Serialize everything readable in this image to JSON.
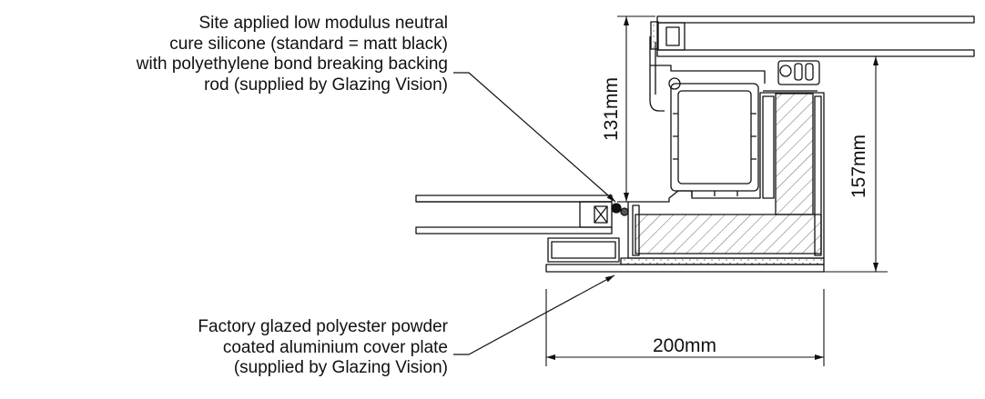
{
  "annotations": {
    "silicone": {
      "lines": [
        "Site applied low modulus neutral",
        "cure silicone (standard = matt black)",
        "with polyethylene bond breaking backing",
        "rod (supplied by Glazing Vision)"
      ]
    },
    "cover_plate": {
      "lines": [
        "Factory glazed polyester powder",
        "coated aluminium cover plate",
        "(supplied by Glazing Vision)"
      ]
    }
  },
  "dimensions": {
    "height_left": "131mm",
    "height_right": "157mm",
    "width_bottom": "200mm"
  },
  "colors": {
    "line": "#111111",
    "background": "#ffffff"
  }
}
